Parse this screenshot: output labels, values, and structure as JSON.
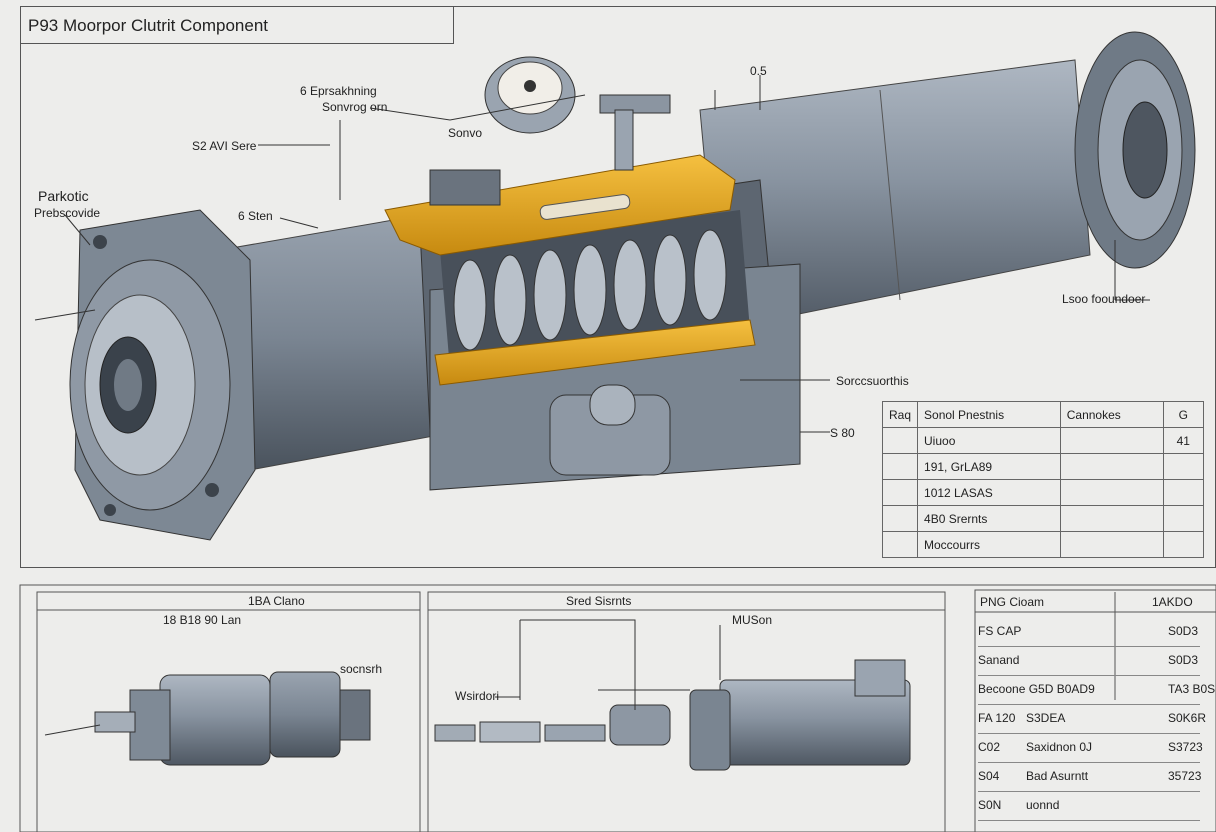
{
  "title": "P93 Moorpor Clutrit Component",
  "labels": {
    "top_a": "6 Eprsakhning",
    "top_b": "Sonvrog orn",
    "top_c": "Sonvo",
    "top_d": "S2 AVI Sere",
    "top_e": "Parkotic",
    "top_f": "Prebscovide",
    "top_g": "6 Sten",
    "top_h": "0.5",
    "right_a": "Lsoo fooundoer",
    "right_b": "Sorccsuorthis",
    "right_c": "S 80"
  },
  "main_table": {
    "rows": [
      [
        "Raq",
        "Sonol Pnestnis",
        "Cannokes",
        "G"
      ],
      [
        "",
        "Uiuoo",
        "",
        "41"
      ],
      [
        "",
        "191, GrLA89",
        "",
        ""
      ],
      [
        "",
        "1012 LASAS",
        "",
        ""
      ],
      [
        "",
        "4B0 Srernts",
        "",
        ""
      ],
      [
        "",
        "Moccourrs",
        "",
        ""
      ]
    ]
  },
  "panel_left": {
    "title": "1BA Clano",
    "dim": "18 B18  90 Lan",
    "note": "socnsrh"
  },
  "panel_middle": {
    "title": "Sred Sisrnts",
    "callout": "MUSon",
    "note": "Wsirdori"
  },
  "panel_right": {
    "header_left": "PNG Cioam",
    "header_right": "1AKDO",
    "rows": [
      [
        "FS CAP",
        "",
        "S0D3"
      ],
      [
        "Sanand",
        "",
        "S0D3"
      ],
      [
        "Becoone  G5D B0AD9",
        "",
        "TA3 B0S"
      ],
      [
        "FA 120",
        "S3DEA",
        "S0K6R"
      ],
      [
        "C02",
        "Saxidnon 0J",
        "S3723"
      ],
      [
        "S04",
        "Bad Asurntt",
        "35723"
      ],
      [
        "S0N",
        "uonnd",
        ""
      ]
    ]
  },
  "colors": {
    "steel": "#8e99a6",
    "steel_dark": "#5a6470",
    "steel_light": "#c8d0d8",
    "accent_yellow": "#e8a820",
    "background": "#ededeb"
  }
}
